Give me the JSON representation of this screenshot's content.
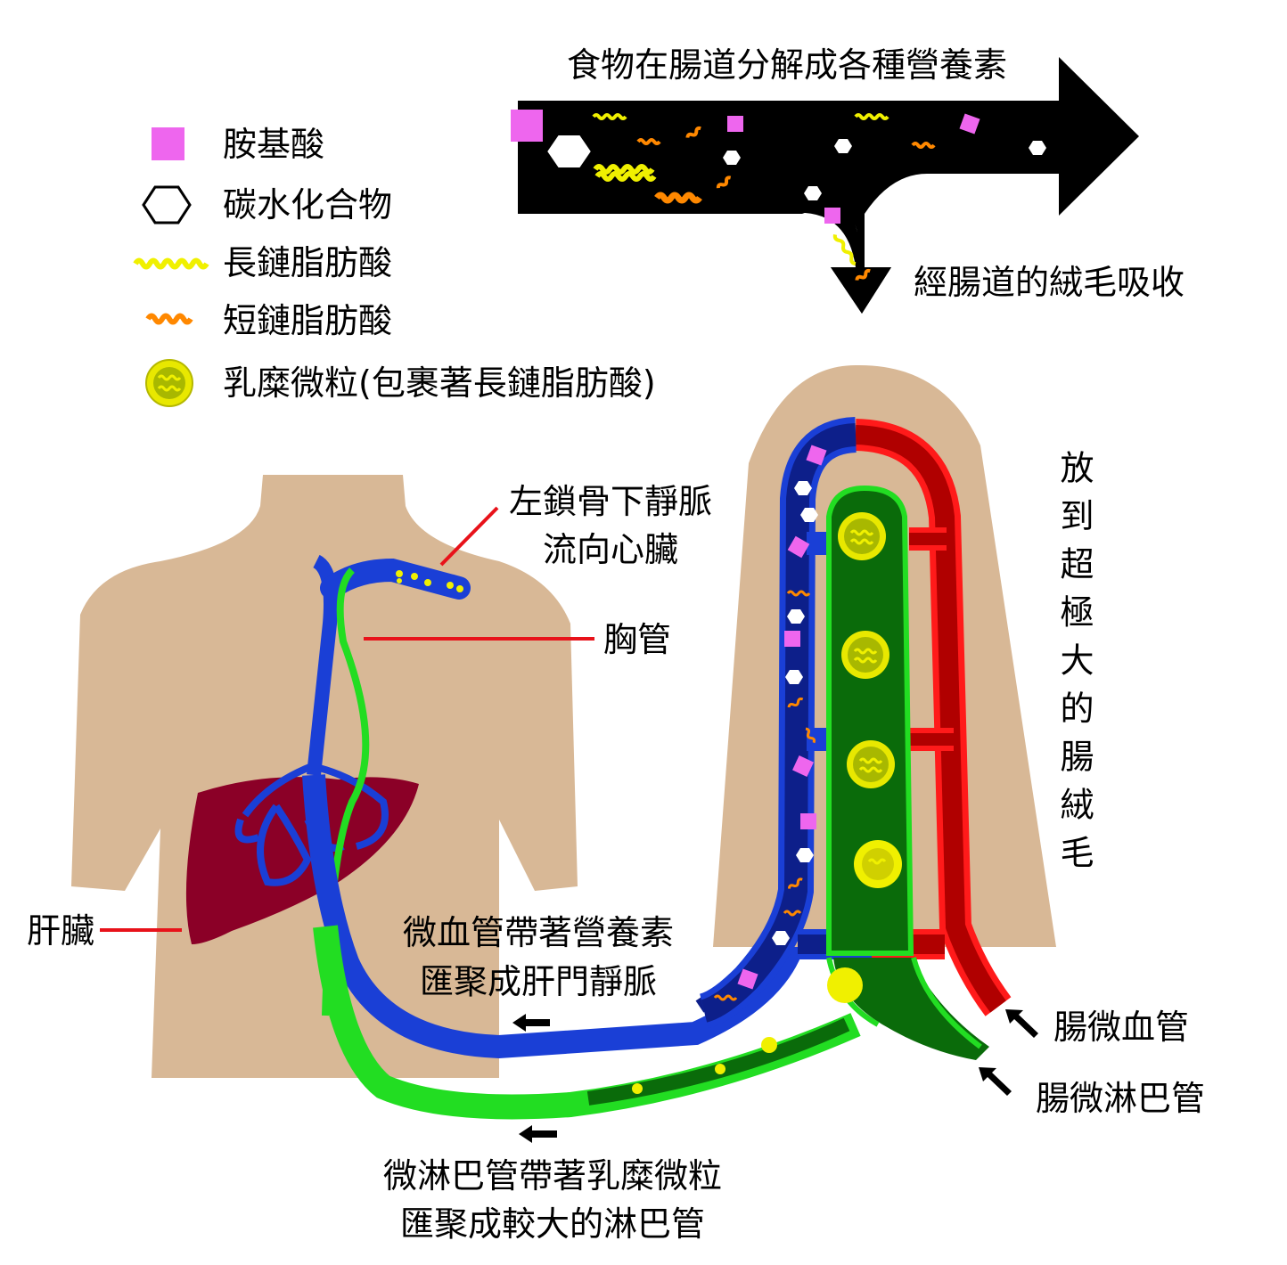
{
  "title": "食物在腸道分解成各種營養素",
  "absorb_label": "經腸道的絨毛吸收",
  "legend": [
    {
      "icon": "amino-acid-square-icon",
      "label": "胺基酸"
    },
    {
      "icon": "carbohydrate-hexagon-icon",
      "label": "碳水化合物"
    },
    {
      "icon": "long-chain-fatty-acid-icon",
      "label": "長鏈脂肪酸"
    },
    {
      "icon": "short-chain-fatty-acid-icon",
      "label": "短鏈脂肪酸"
    },
    {
      "icon": "chylomicron-icon",
      "label": "乳糜微粒(包裹著長鏈脂肪酸)"
    }
  ],
  "labels": {
    "subclavian_line1": "左鎖骨下靜脈",
    "subclavian_line2": "流向心臟",
    "thoracic_duct": "胸管",
    "liver": "肝臟",
    "capillary_line1": "微血管帶著營養素",
    "capillary_line2": "匯聚成肝門靜脈",
    "lymph_line1": "微淋巴管帶著乳糜微粒",
    "lymph_line2": "匯聚成較大的淋巴管",
    "villus_vertical": "放到超極大的腸絨毛",
    "intestinal_capillary": "腸微血管",
    "intestinal_lymphatic": "腸微淋巴管"
  },
  "colors": {
    "skin": "#d8b896",
    "liver": "#8b0027",
    "vein_blue": "#1a3fd6",
    "vein_navy": "#0d1f8a",
    "artery_red": "#ff1a1a",
    "artery_dark": "#b00000",
    "lymph_green": "#22dd22",
    "lymph_dark": "#0a6b0a",
    "amino": "#ee66ee",
    "long_fa": "#f0f000",
    "short_fa": "#ff8800",
    "chylo": "#e8e800"
  }
}
